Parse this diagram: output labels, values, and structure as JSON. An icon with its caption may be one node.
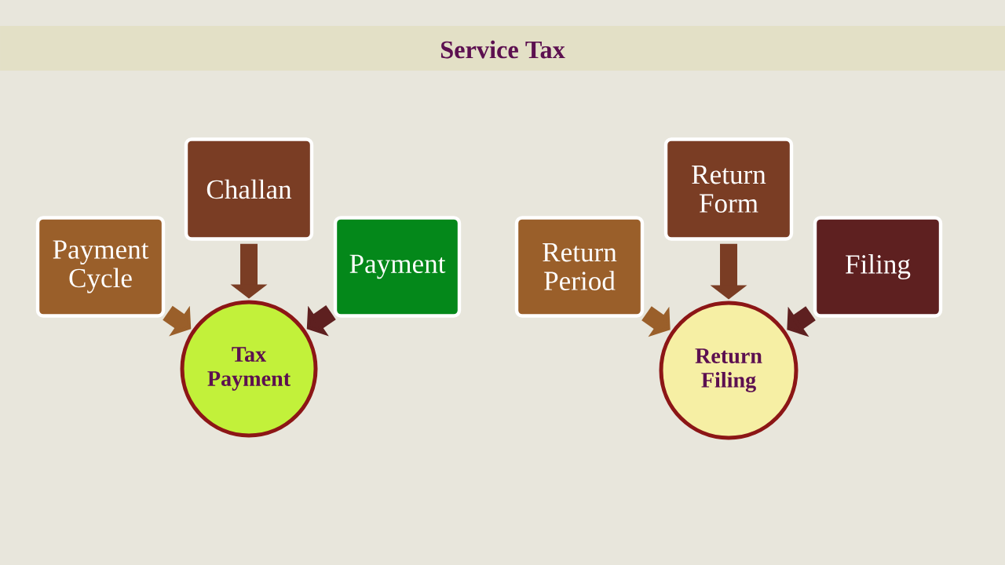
{
  "diagram": {
    "title": "Service Tax",
    "nodes": [
      {
        "text": [
          "Payment Cycle"
        ]
      },
      {
        "text": [
          "Challan"
        ]
      },
      {
        "text": [
          "Payment"
        ]
      },
      {
        "text": [
          "Tax Payment"
        ]
      },
      {
        "text": [
          "Return Period"
        ]
      },
      {
        "text": [
          "Return Form"
        ]
      },
      {
        "text": [
          "Filing"
        ]
      },
      {
        "text": [
          "Return Filing"
        ]
      }
    ],
    "edges": [
      {
        "from": 0,
        "to": 3,
        "arrow": "to",
        "color": "#9a5f2a"
      },
      {
        "from": 1,
        "to": 3,
        "arrow": "to",
        "color": "#7a3d24"
      },
      {
        "from": 2,
        "to": 3,
        "arrow": "to",
        "color": "#5e2020"
      },
      {
        "from": 4,
        "to": 7,
        "arrow": "to",
        "color": "#9a5f2a"
      },
      {
        "from": 5,
        "to": 7,
        "arrow": "to",
        "color": "#7a3d24"
      },
      {
        "from": 6,
        "to": 7,
        "arrow": "to",
        "color": "#5e2020"
      }
    ]
  }
}
